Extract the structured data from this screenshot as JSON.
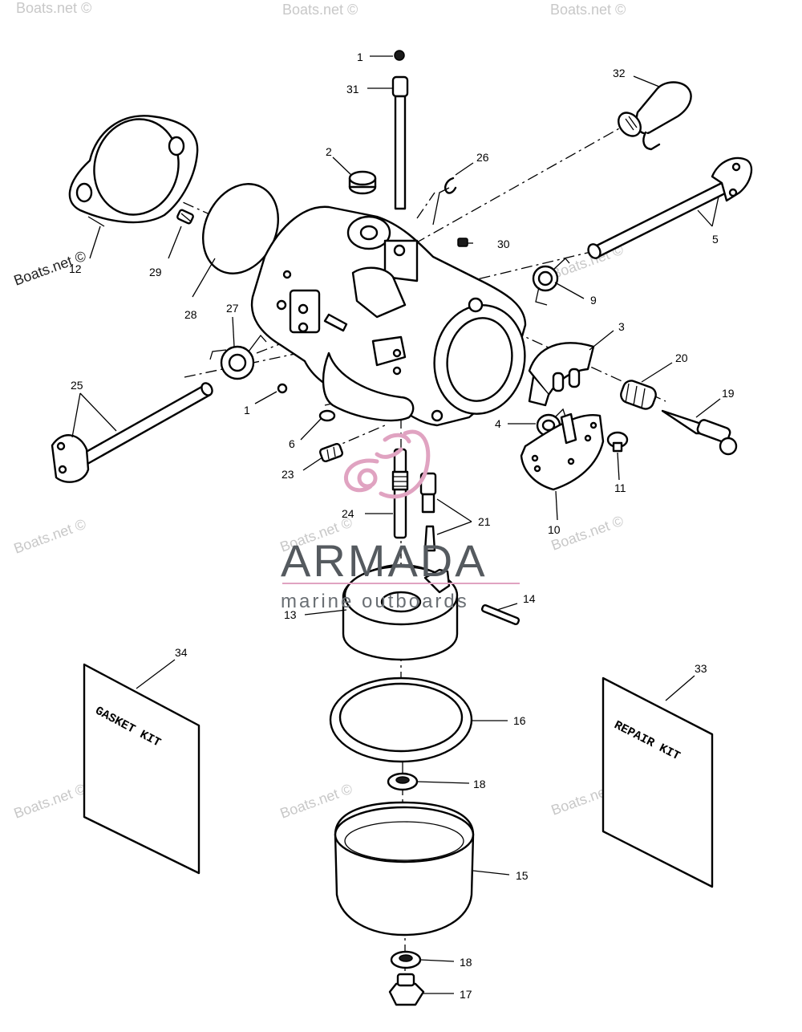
{
  "brand": {
    "name": "ARMADA",
    "tagline": "marine outboards",
    "accent_color": "#e0a3c1",
    "text_color": "#555a5f"
  },
  "watermark": {
    "text": "Boats.net ©"
  },
  "kits": {
    "gasket": "GASKET KIT",
    "repair": "REPAIR KIT"
  },
  "labels": {
    "p1_top": "1",
    "p1_mid": "1",
    "p2": "2",
    "p3": "3",
    "p4": "4",
    "p5": "5",
    "p6": "6",
    "p9": "9",
    "p10": "10",
    "p11": "11",
    "p12": "12",
    "p13": "13",
    "p14": "14",
    "p15": "15",
    "p16": "16",
    "p17": "17",
    "p18_upper": "18",
    "p18_lower": "18",
    "p19": "19",
    "p20": "20",
    "p21": "21",
    "p23": "23",
    "p24": "24",
    "p25": "25",
    "p26": "26",
    "p27": "27",
    "p28": "28",
    "p29": "29",
    "p30": "30",
    "p31": "31",
    "p32": "32",
    "p33": "33",
    "p34": "34"
  }
}
